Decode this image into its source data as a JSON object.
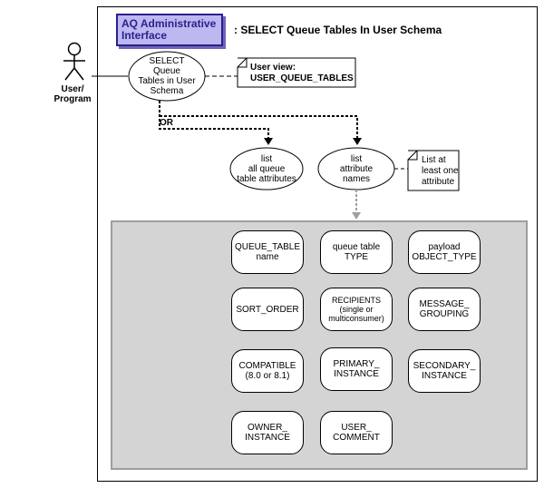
{
  "header": {
    "aq_title": "AQ Administrative Interface",
    "title": ": SELECT Queue Tables In User Schema"
  },
  "actor": {
    "label": "User/\nProgram",
    "icon": "stick-figure-icon"
  },
  "main_operation": {
    "label": "SELECT\nQueue\nTables in User\nSchema"
  },
  "user_view_note": {
    "line1": "User view:",
    "line2": "USER_QUEUE_TABLES"
  },
  "or_label": "OR",
  "options": [
    {
      "label": "list\nall queue\ntable attributes"
    },
    {
      "label": "list\nattribute\nnames"
    }
  ],
  "list_note": {
    "text": "List at\nleast one\nattribute"
  },
  "attributes": [
    {
      "label": "QUEUE_TABLE\nname"
    },
    {
      "label": "queue table\nTYPE"
    },
    {
      "label": "payload\nOBJECT_TYPE"
    },
    {
      "label": "SORT_ORDER"
    },
    {
      "label": "RECIPIENTS\n(single or\nmulticonsumer)"
    },
    {
      "label": "MESSAGE_\nGROUPING"
    },
    {
      "label": "COMPATIBLE\n(8.0 or 8.1)"
    },
    {
      "label": "PRIMARY_\nINSTANCE"
    },
    {
      "label": "SECONDARY_\nINSTANCE"
    },
    {
      "label": "OWNER_\nINSTANCE"
    },
    {
      "label": "USER_\nCOMMENT"
    }
  ]
}
